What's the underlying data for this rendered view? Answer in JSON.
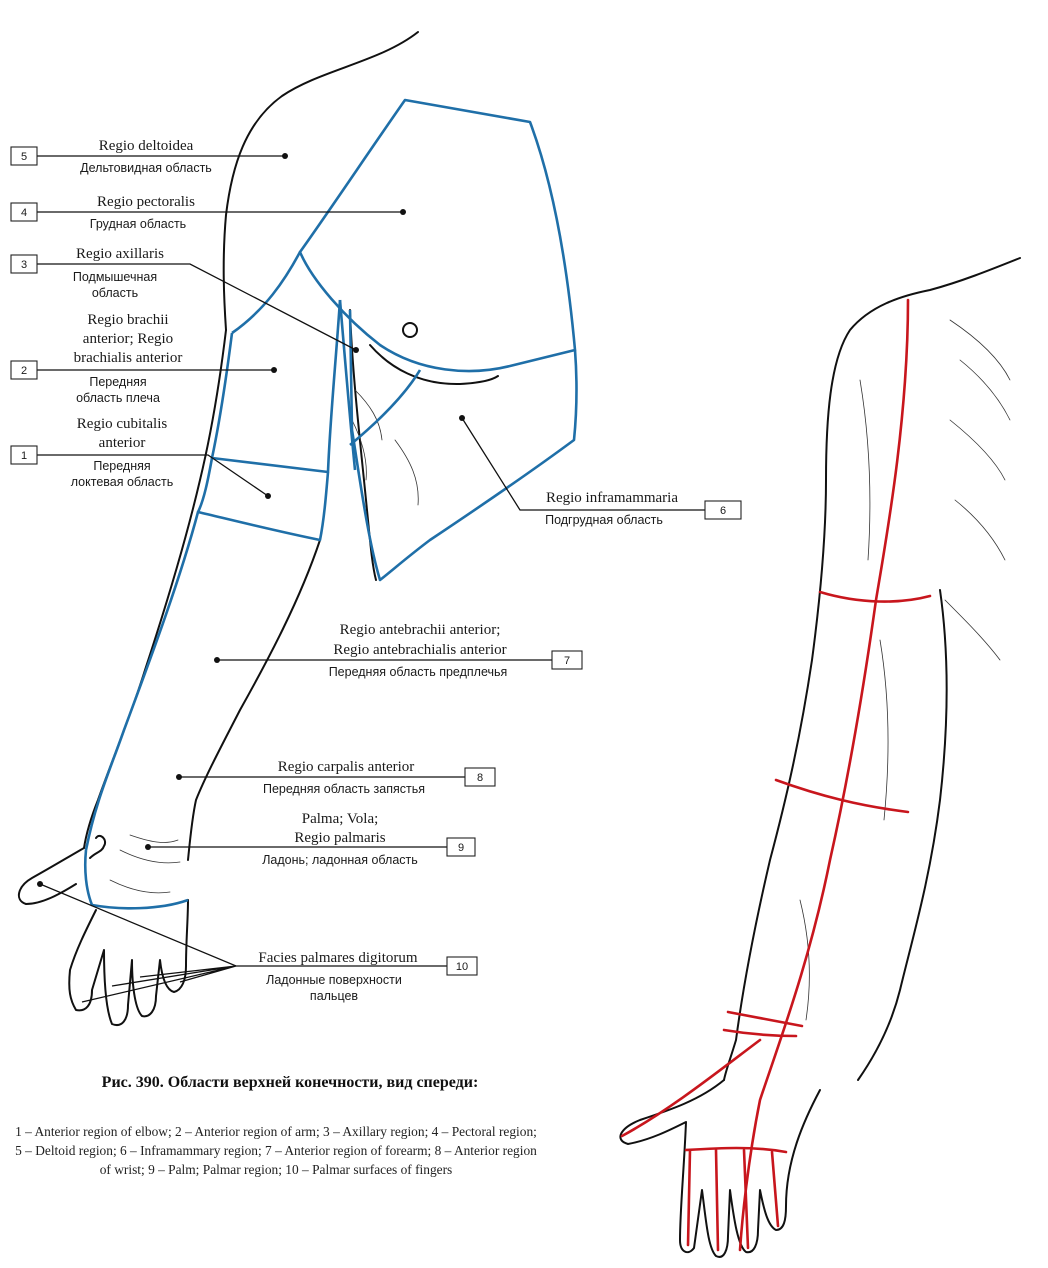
{
  "labels": [
    {
      "num": "5",
      "latin": [
        "Regio deltoidea"
      ],
      "russian": [
        "Дельтовидная область"
      ]
    },
    {
      "num": "4",
      "latin": [
        "Regio pectoralis"
      ],
      "russian": [
        "Грудная область"
      ]
    },
    {
      "num": "3",
      "latin": [
        "Regio axillaris"
      ],
      "russian": [
        "Подмышечная",
        "область"
      ]
    },
    {
      "num": "2",
      "latin": [
        "Regio brachii",
        "anterior; Regio",
        "brachialis anterior"
      ],
      "russian": [
        "Передняя",
        "область плеча"
      ]
    },
    {
      "num": "1",
      "latin": [
        "Regio cubitalis",
        "anterior"
      ],
      "russian": [
        "Передняя",
        "локтевая область"
      ]
    },
    {
      "num": "6",
      "latin": [
        "Regio inframammaria"
      ],
      "russian": [
        "Подгрудная область"
      ]
    },
    {
      "num": "7",
      "latin": [
        "Regio antebrachii anterior;",
        "Regio antebrachialis anterior"
      ],
      "russian": [
        "Передняя область предплечья"
      ]
    },
    {
      "num": "8",
      "latin": [
        "Regio carpalis anterior"
      ],
      "russian": [
        "Передняя область запястья"
      ]
    },
    {
      "num": "9",
      "latin": [
        "Palma; Vola;",
        "Regio palmaris"
      ],
      "russian": [
        "Ладонь; ладонная область"
      ]
    },
    {
      "num": "10",
      "latin": [
        "Facies palmares digitorum"
      ],
      "russian": [
        "Ладонные поверхности",
        "пальцев"
      ]
    }
  ],
  "caption": {
    "title": "Рис. 390. Области верхней конечности, вид спереди:",
    "body": "1 – Anterior region of elbow; 2 – Anterior region of arm; 3 – Axillary region; 4 – Pectoral region; 5 – Deltoid region; 6 – Inframammary region; 7 – Anterior region of forearm; 8 – Anterior region of wrist; 9 – Palm; Palmar region; 10 – Palmar surfaces of fingers"
  },
  "colors": {
    "region_lines": "#1f6fa8",
    "axis_lines": "#c8161d",
    "outline": "#111111"
  }
}
